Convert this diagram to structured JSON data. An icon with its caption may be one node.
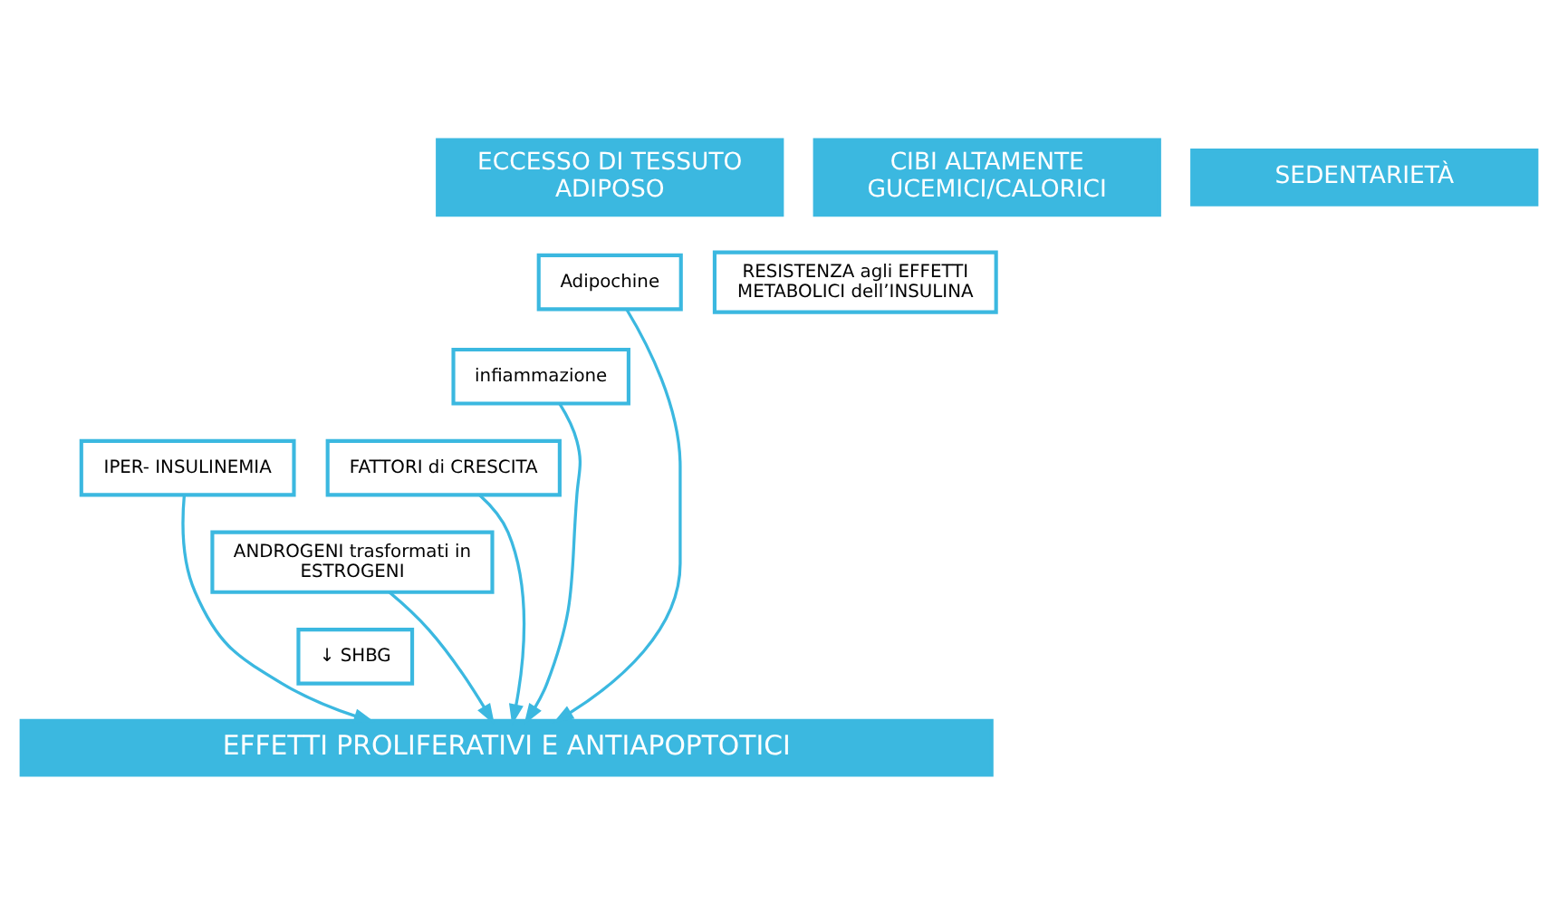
{
  "diagram": {
    "nodes": [
      {
        "text": [
          "ECCESSO DI TESSUTO ADIPOSO"
        ]
      },
      {
        "text": [
          "CIBI ALTAMENTE GUCEMICI/CALORICI"
        ]
      },
      {
        "text": [
          "SEDENTARIETÀ"
        ]
      },
      {
        "text": [
          "Adipochine"
        ]
      },
      {
        "text": [
          "RESISTENZA agli EFFETTI METABOLICI dell’INSULINA"
        ]
      },
      {
        "text": [
          "infiammazione"
        ]
      },
      {
        "text": [
          "IPER- INSULINEMIA"
        ]
      },
      {
        "text": [
          "ANDROGENI trasformati in ESTROGENI"
        ]
      },
      {
        "text": [
          "FATTORI di CRESCITA"
        ]
      },
      {
        "text": [
          "↓ SHBG"
        ]
      },
      {
        "text": [
          "EFFETTI PROLIFERATIVI E ANTIAPOPTOTICI"
        ]
      }
    ],
    "edges": [
      {
        "from": 3,
        "to": 10,
        "arrow": "to"
      },
      {
        "from": 5,
        "to": 10,
        "arrow": "to"
      },
      {
        "from": 7,
        "to": 10,
        "arrow": "to"
      },
      {
        "from": 6,
        "to": 10,
        "arrow": "to"
      },
      {
        "from": 8,
        "to": 10,
        "arrow": "to"
      }
    ]
  }
}
